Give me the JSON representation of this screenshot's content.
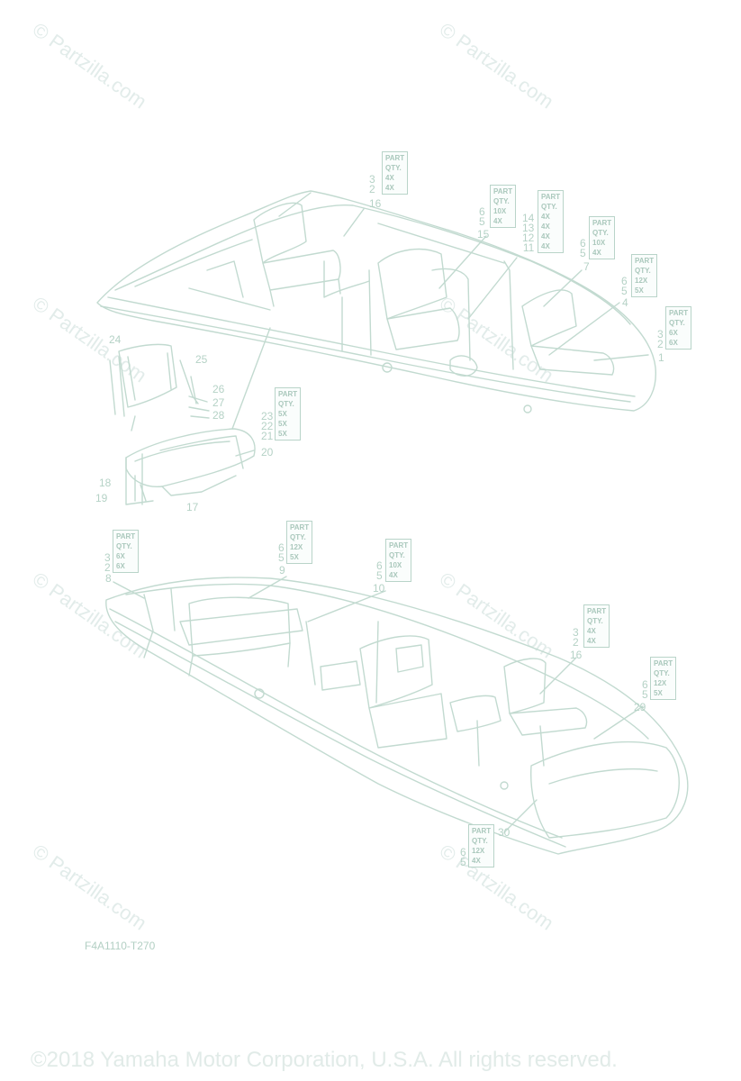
{
  "watermarks": [
    "© Partzilla.com",
    "© Partzilla.com",
    "© Partzilla.com",
    "© Partzilla.com",
    "© Partzilla.com",
    "© Partzilla.com",
    "© Partzilla.com",
    "© Partzilla.com"
  ],
  "qty_boxes": [
    {
      "part": "PART",
      "qty": "QTY.",
      "rows": [
        "4X",
        "4X"
      ],
      "nums": [
        "3",
        "2"
      ]
    },
    {
      "part": "PART",
      "qty": "QTY.",
      "rows": [
        "10X",
        "4X"
      ],
      "nums": [
        "6",
        "5"
      ]
    },
    {
      "part": "PART",
      "qty": "QTY.",
      "rows": [
        "4X",
        "4X",
        "4X",
        "4X"
      ],
      "nums": [
        "14",
        "13",
        "12",
        "11"
      ]
    },
    {
      "part": "PART",
      "qty": "QTY.",
      "rows": [
        "10X",
        "4X"
      ],
      "nums": [
        "6",
        "5"
      ]
    },
    {
      "part": "PART",
      "qty": "QTY.",
      "rows": [
        "12X",
        "5X"
      ],
      "nums": [
        "6",
        "5"
      ]
    },
    {
      "part": "PART",
      "qty": "QTY.",
      "rows": [
        "6X",
        "6X"
      ],
      "nums": [
        "3",
        "2"
      ]
    },
    {
      "part": "PART",
      "qty": "QTY.",
      "rows": [
        "5X",
        "5X",
        "5X"
      ],
      "nums": [
        "23",
        "22",
        "21"
      ]
    },
    {
      "part": "PART",
      "qty": "QTY.",
      "rows": [
        "6X",
        "6X"
      ],
      "nums": [
        "3",
        "2"
      ]
    },
    {
      "part": "PART",
      "qty": "QTY.",
      "rows": [
        "12X",
        "5X"
      ],
      "nums": [
        "6",
        "5"
      ]
    },
    {
      "part": "PART",
      "qty": "QTY.",
      "rows": [
        "10X",
        "4X"
      ],
      "nums": [
        "6",
        "5"
      ]
    },
    {
      "part": "PART",
      "qty": "QTY.",
      "rows": [
        "4X",
        "4X"
      ],
      "nums": [
        "3",
        "2"
      ]
    },
    {
      "part": "PART",
      "qty": "QTY.",
      "rows": [
        "12X",
        "5X"
      ],
      "nums": [
        "6",
        "5"
      ]
    },
    {
      "part": "PART",
      "qty": "QTY.",
      "rows": [
        "12X",
        "4X"
      ],
      "nums": [
        "6",
        "5"
      ]
    }
  ],
  "callouts": [
    "16",
    "15",
    "7",
    "4",
    "1",
    "24",
    "25",
    "26",
    "27",
    "28",
    "20",
    "18",
    "19",
    "17",
    "8",
    "9",
    "10",
    "16",
    "29",
    "30"
  ],
  "diagram_code": "F4A1110-T270",
  "copyright": "©2018 Yamaha Motor Corporation, U.S.A. All rights reserved."
}
